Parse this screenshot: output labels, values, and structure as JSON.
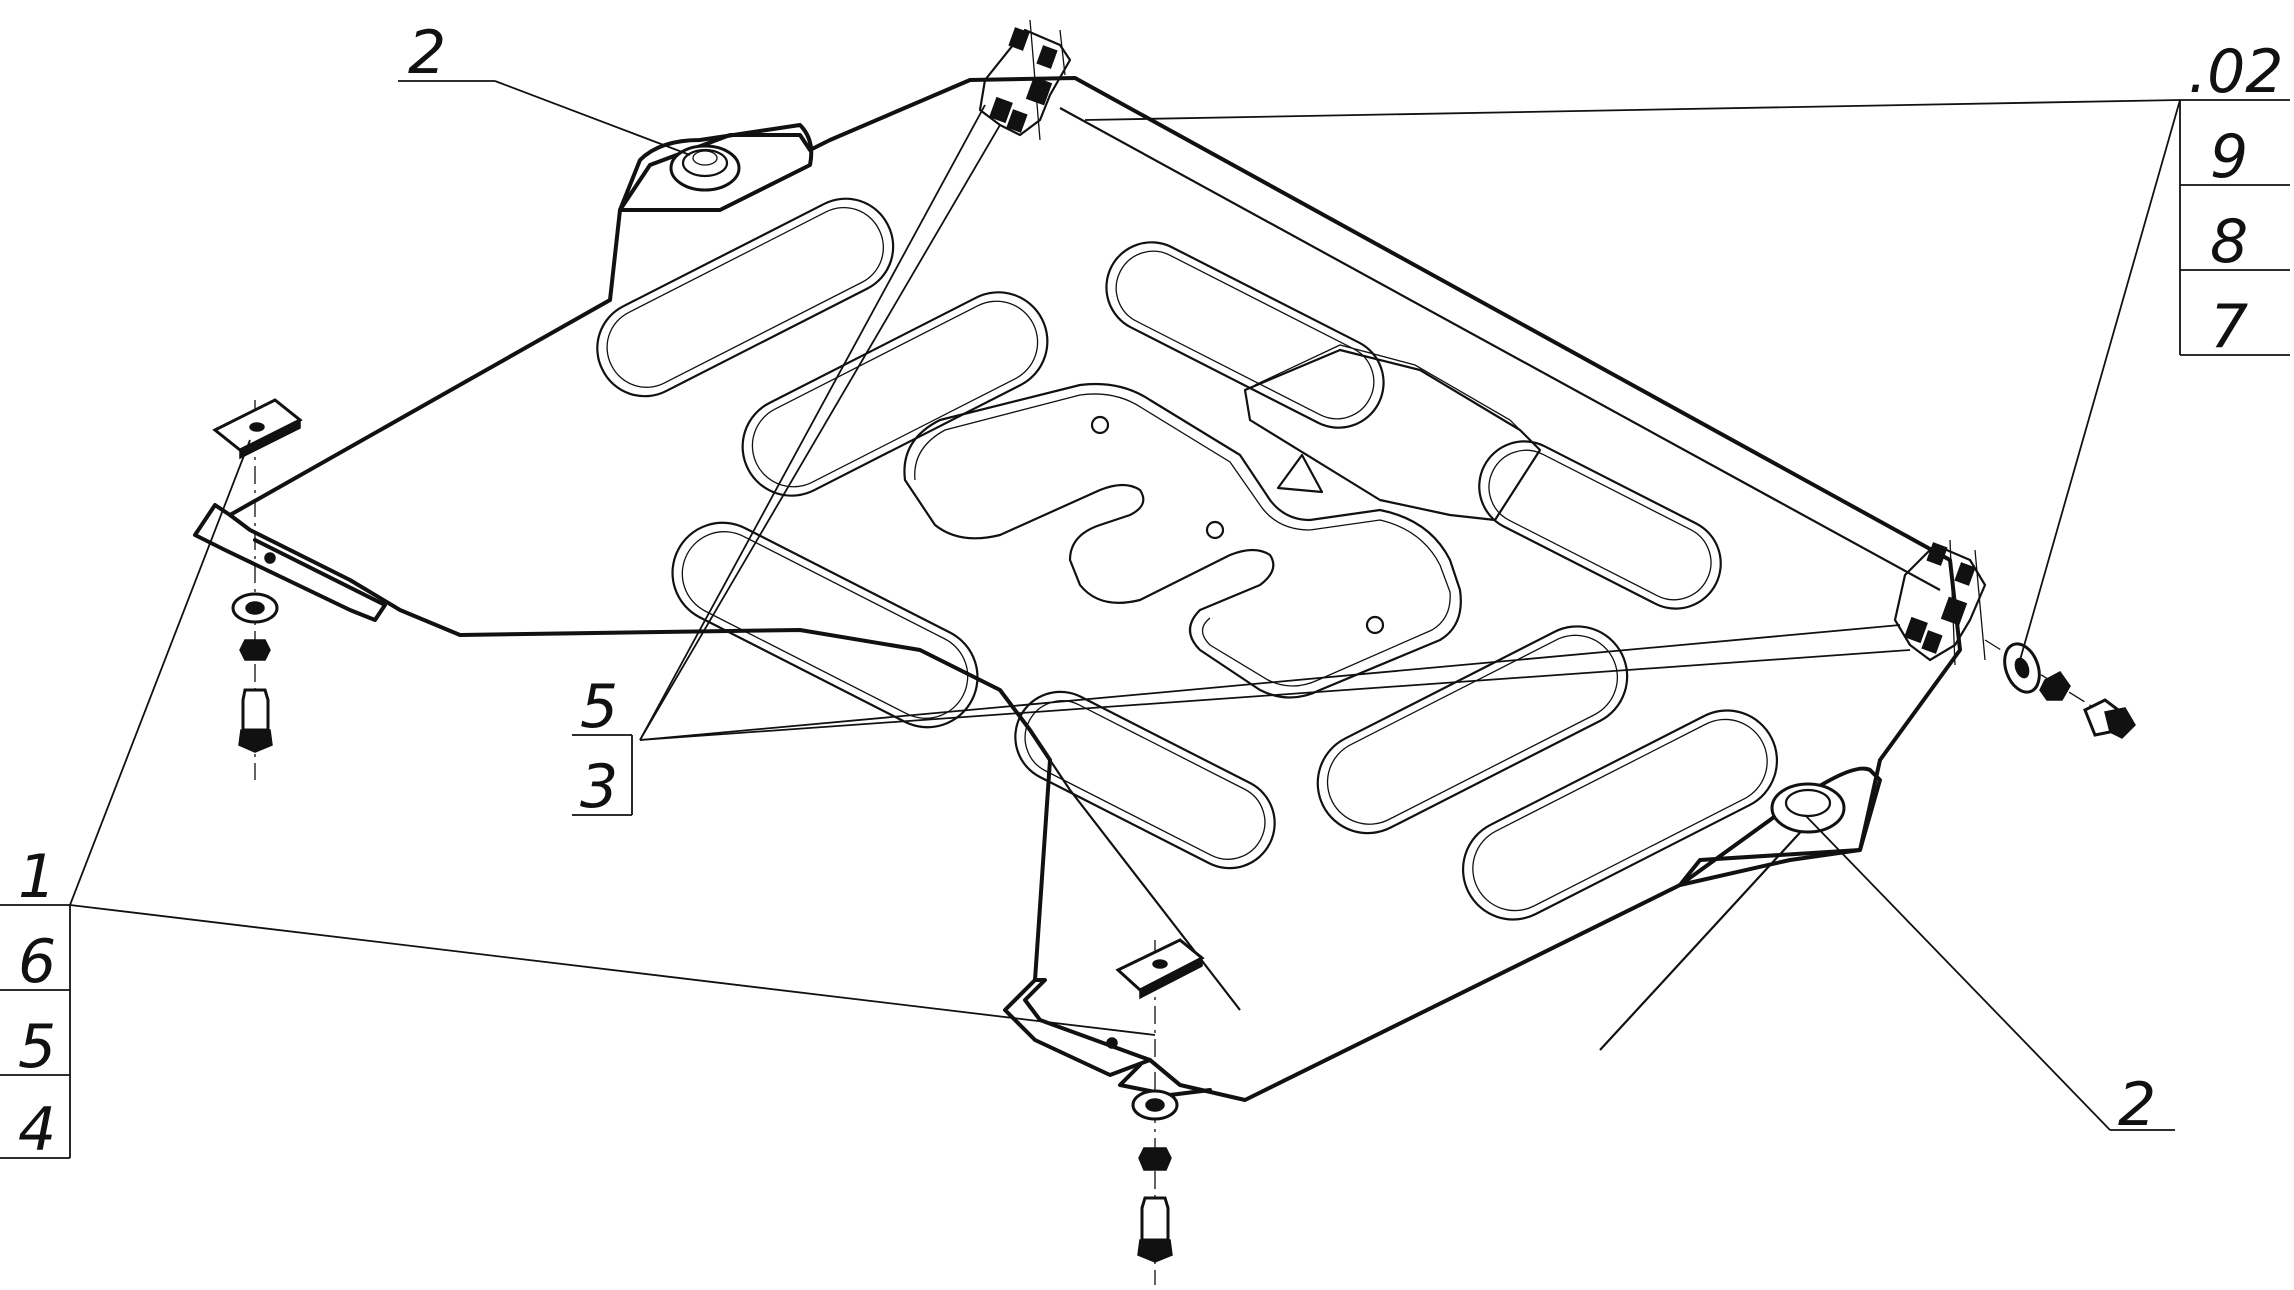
{
  "callouts": {
    "top_left": "2",
    "bottom_right": "2",
    "top_right_stack": [
      ".02",
      "9",
      "8",
      "7"
    ],
    "center_stack": [
      "5",
      "3"
    ],
    "left_stack": [
      "1",
      "6",
      "5",
      "4"
    ]
  }
}
